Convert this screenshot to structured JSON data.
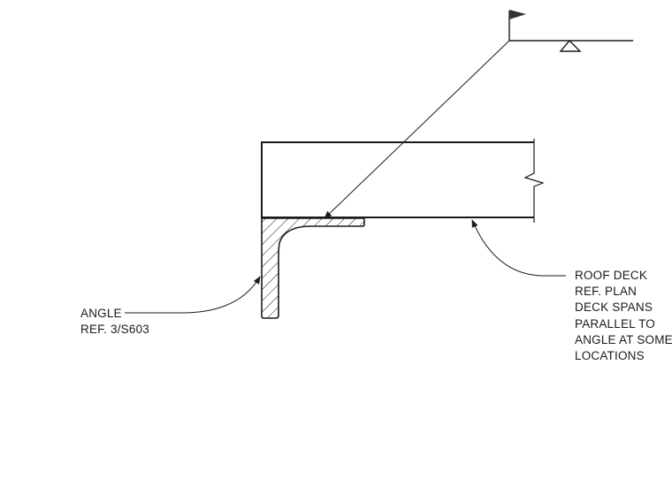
{
  "angle_callout": {
    "lines": [
      "ANGLE",
      "REF. 3/S603"
    ]
  },
  "deck_callout": {
    "lines": [
      "ROOF DECK",
      "REF. PLAN",
      "DECK SPANS",
      "PARALLEL TO",
      "ANGLE AT SOME",
      "LOCATIONS"
    ]
  },
  "colors": {
    "line": "#1a1a1a",
    "background": "#ffffff"
  },
  "icons": [
    "flag-icon",
    "elevation-marker-icon"
  ]
}
